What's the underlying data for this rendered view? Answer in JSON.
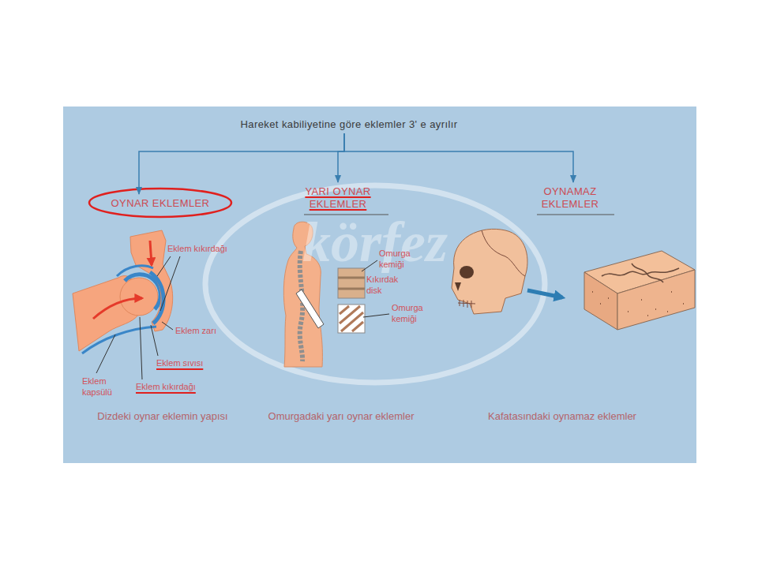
{
  "diagram": {
    "nodes": [
      {
        "text": [
          "Hareket kabiliyetine göre eklemler 3' e ayrılır"
        ]
      },
      {
        "text": [
          "OYNAR EKLEMLER"
        ]
      },
      {
        "text": [
          "YARI OYNAR EKLEMLER"
        ]
      },
      {
        "text": [
          "OYNAMAZ EKLEMLER"
        ]
      }
    ],
    "edges": [
      {
        "from": 0,
        "to": 1,
        "arrow": "to"
      },
      {
        "from": 0,
        "to": 2,
        "arrow": "to"
      },
      {
        "from": 0,
        "to": 3,
        "arrow": "to"
      }
    ],
    "labels": [
      "Eklem kıkırdağı",
      "Eklem zarı",
      "Eklem sıvısı",
      "Eklem kapsülü",
      "Eklem kıkırdağı",
      "Omurga kemiği",
      "Kıkırdak disk",
      "Omurga kemiği",
      "Dizdeki oynar eklemin yapısı",
      "Omurgadaki yarı oynar eklemler",
      "Kafatasındaki oynamaz eklemler",
      "körfez"
    ]
  }
}
